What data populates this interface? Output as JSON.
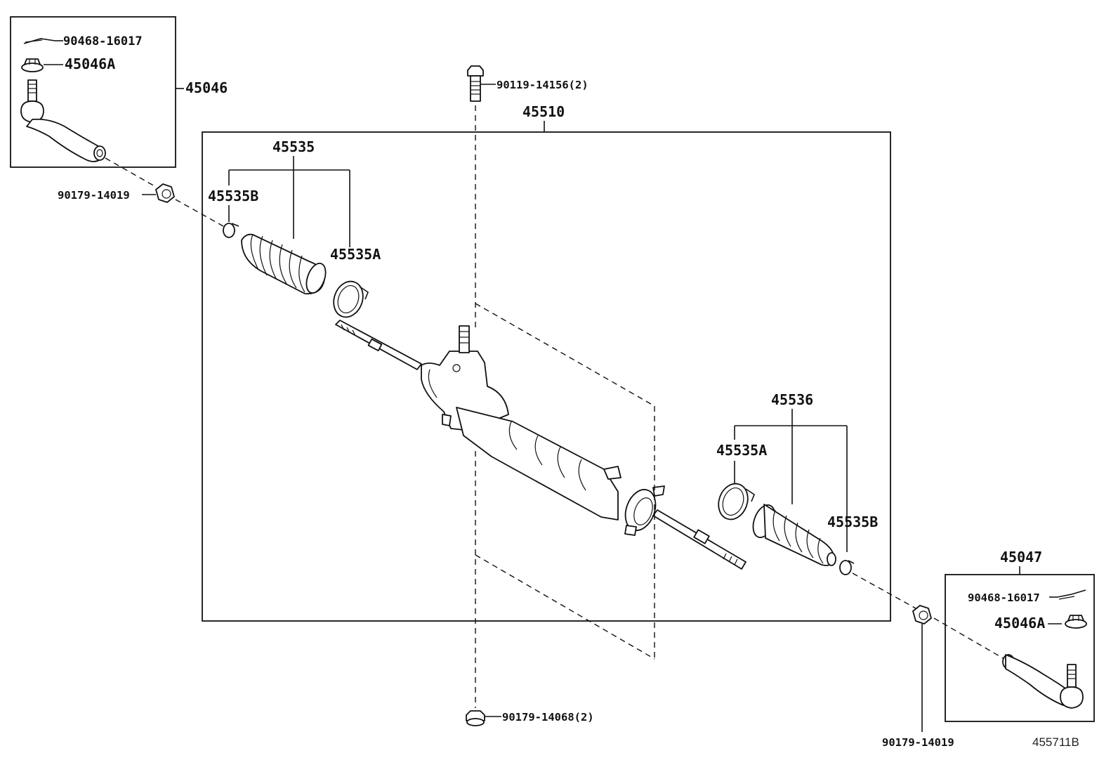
{
  "labels": {
    "cotter_pin_left": "90468-16017",
    "nut_left": "45046A",
    "tie_rod_end_left": "45046",
    "bushing_left": "90179-14019",
    "bolt_top": "90119-14156(2)",
    "gear_assembly": "45510",
    "boot_kit_left": "45535",
    "clamp_small_left": "45535B",
    "clamp_large_left": "45535A",
    "boot_kit_right": "45536",
    "clamp_large_right": "45535A",
    "clamp_small_right": "45535B",
    "tie_rod_end_right": "45047",
    "cotter_pin_right": "90468-16017",
    "nut_right": "45046A",
    "bushing_right": "90179-14019",
    "nut_bottom": "90179-14068(2)",
    "diagram_ref": "455711B"
  }
}
